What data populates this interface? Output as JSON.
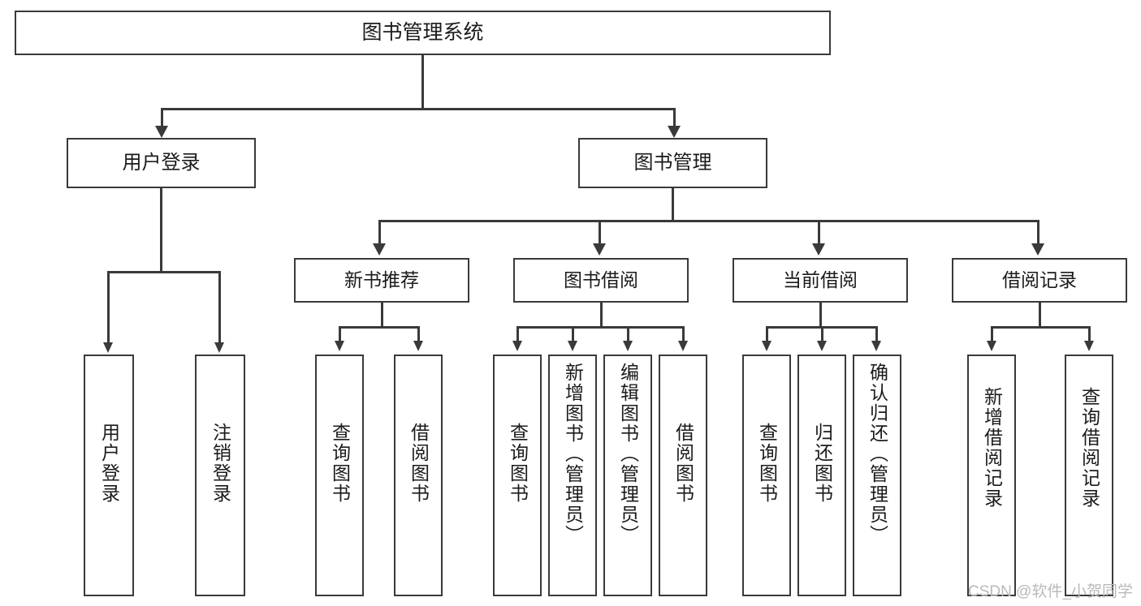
{
  "diagram": {
    "type": "tree-hierarchy-chart",
    "title": "图书管理系统",
    "root": {
      "label": "图书管理系统"
    },
    "level1": [
      {
        "label": "用户登录"
      },
      {
        "label": "图书管理"
      }
    ],
    "level2": [
      {
        "label": "新书推荐"
      },
      {
        "label": "图书借阅"
      },
      {
        "label": "当前借阅"
      },
      {
        "label": "借阅记录"
      }
    ],
    "leaves": {
      "user_login": [
        {
          "label": "用户登录"
        },
        {
          "label": "注销登录"
        }
      ],
      "new_book_recommend": [
        {
          "label": "查询图书"
        },
        {
          "label": "借阅图书"
        }
      ],
      "book_borrow": [
        {
          "label": "查询图书"
        },
        {
          "label": "新增图书（管理员）"
        },
        {
          "label": "编辑图书（管理员）"
        },
        {
          "label": "借阅图书"
        }
      ],
      "current_borrow": [
        {
          "label": "查询图书"
        },
        {
          "label": "归还图书"
        },
        {
          "label": "确认归还（管理员）"
        }
      ],
      "borrow_record": [
        {
          "label": "新增借阅记录"
        },
        {
          "label": "查询借阅记录"
        }
      ]
    },
    "watermark": "CSDN @软件_小贺同学",
    "colors": {
      "stroke": "#3a3a3a",
      "fill": "#ffffff",
      "text": "#1b1b1b",
      "watermark": "#b9b9b9"
    }
  }
}
